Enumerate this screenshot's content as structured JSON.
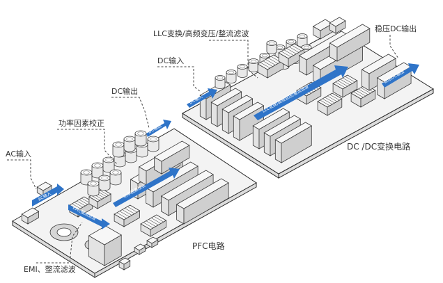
{
  "labels": {
    "llc": "LLC变换/高频变压/整流滤波",
    "dc_input": "DC输入",
    "stable_dc_output": "稳压DC输出",
    "dc_output": "DC输出",
    "pfc_correction": "功率因素校正",
    "ac_input": "AC输入",
    "dcdc_circuit": "DC /DC变换电路",
    "pfc_circuit": "PFC电路",
    "emi_filter": "EMI、整流滤波"
  },
  "arrows": {
    "ac_in": "AC输入",
    "emi": "EMI,整流滤波",
    "pfc": "功率因素校正",
    "dc_out": "DC输出",
    "dc_in": "DC输入",
    "llc": "LLC变换/高频变压/整流滤波",
    "stable_out": "稳压DC输出"
  },
  "colors": {
    "flow_arrow": "#2f74c8",
    "line": "#2b2b2b"
  }
}
